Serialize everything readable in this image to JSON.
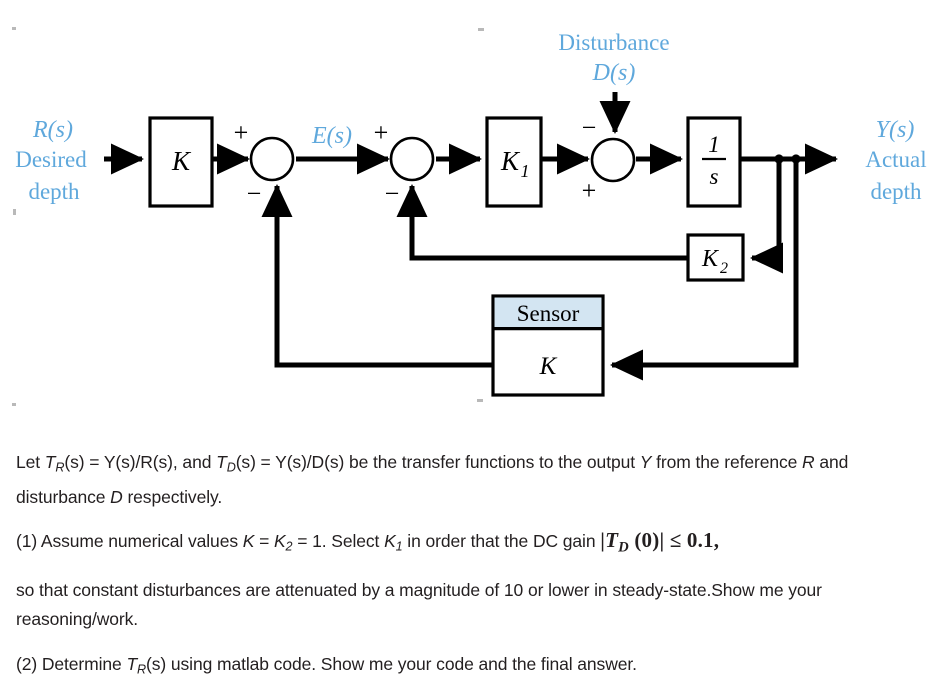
{
  "diagram": {
    "title": "submarine-depth-control-block-diagram",
    "colors": {
      "input_label_blue": "#5fa8dc",
      "sensor_header_fill": "#d3e5f2",
      "wire_black": "#000000",
      "block_fill": "#ffffff"
    },
    "inputs": {
      "reference": {
        "symbol": "R(s)",
        "line1": "Desired",
        "line2": "depth"
      },
      "disturbance": {
        "caption": "Disturbance",
        "symbol": "D(s)"
      }
    },
    "output": {
      "symbol": "Y(s)",
      "line1": "Actual",
      "line2": "depth"
    },
    "signals": {
      "error": "E(s)"
    },
    "blocks": [
      {
        "id": "gain-k",
        "label": "K"
      },
      {
        "id": "gain-k1",
        "label": "K",
        "sub": "1"
      },
      {
        "id": "integrator",
        "numerator": "1",
        "denominator": "s"
      },
      {
        "id": "gain-k2",
        "label": "K",
        "sub": "2"
      },
      {
        "id": "sensor",
        "header": "Sensor",
        "label": "K"
      }
    ],
    "summing_junctions": [
      {
        "id": "sum-1",
        "signs": {
          "left": "+",
          "bottom": "−"
        }
      },
      {
        "id": "sum-2",
        "signs": {
          "left": "+",
          "bottom": "−"
        }
      },
      {
        "id": "sum-3",
        "signs": {
          "top": "−",
          "bottom_left": "+"
        }
      }
    ]
  },
  "prose": {
    "p1_a": "Let ",
    "p1_TR": "T",
    "p1_TR_sub": "R",
    "p1_b": "(s) = Y(s)/R(s), and ",
    "p1_TD": "T",
    "p1_TD_sub": "D",
    "p1_c": "(s) = Y(s)/D(s) be the transfer functions to the output ",
    "p1_Y": "Y",
    "p1_d": " from the reference ",
    "p1_R": "R",
    "p1_e": " and disturbance ",
    "p1_D": "D",
    "p1_f": "  respectively.",
    "p2_a": "(1) Assume numerical values  ",
    "p2_K": "K",
    "p2_eq1": " = ",
    "p2_K2": "K",
    "p2_K2_sub": "2",
    "p2_eq2": " = 1. Select ",
    "p2_K1": "K",
    "p2_K1_sub": "1",
    "p2_b": " in order that the DC gain  ",
    "p2_math_open": "|",
    "p2_math_T": "T",
    "p2_math_T_sub": "D",
    "p2_math_arg": " (0)",
    "p2_math_close": "|",
    "p2_math_rel": " ≤ 0.1,",
    "p3": "so that constant disturbances are attenuated by a magnitude of 10 or lower in steady-state.Show me your reasoning/work.",
    "p4_a": "(2) Determine ",
    "p4_T": "T",
    "p4_T_sub": "R",
    "p4_b": "(s) using matlab code. Show me your code and the final answer."
  }
}
